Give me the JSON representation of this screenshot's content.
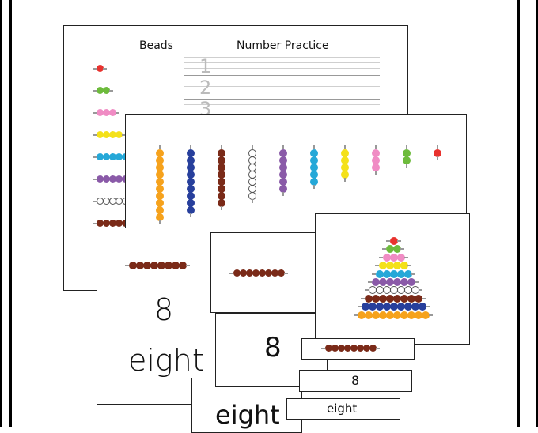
{
  "worksheet": {
    "beads_label": "Beads",
    "practice_label": "Number Practice",
    "trace_digits": [
      "1",
      "2",
      "3"
    ]
  },
  "cards": {
    "big_numeral": "8",
    "big_word": "eight",
    "mid_numeral": "8",
    "bottom_word": "eight",
    "small_numeral": "8",
    "small_word": "eight"
  },
  "colors": {
    "1": "#e8322e",
    "2": "#6dbb3c",
    "3": "#f08cc4",
    "4": "#f4e11a",
    "5": "#25a8d8",
    "6": "#8a5aa8",
    "7": "#ffffff",
    "8": "#7a2a18",
    "9": "#273f9c",
    "10": "#f6a21c"
  }
}
